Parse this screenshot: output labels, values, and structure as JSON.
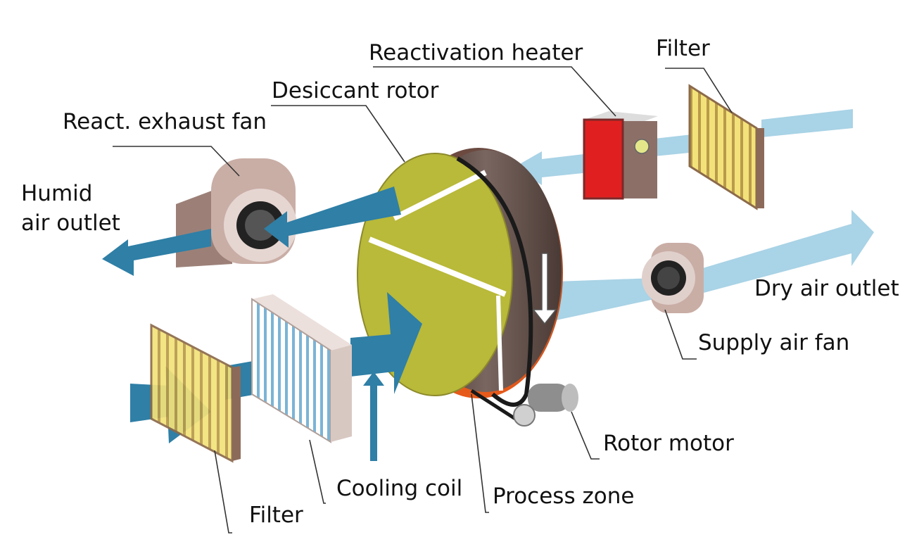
{
  "labels": {
    "reactivation_heater": "Reactivation heater",
    "filter_top": "Filter",
    "desiccant_rotor": "Desiccant rotor",
    "react_exhaust_fan": "React. exhaust fan",
    "humid_air_outlet_line1": "Humid",
    "humid_air_outlet_line2": "air outlet",
    "dry_air_outlet": "Dry air outlet",
    "supply_air_fan": "Supply air fan",
    "rotor_motor": "Rotor motor",
    "cooling_coil": "Cooling coil",
    "process_zone": "Process zone",
    "filter_bottom": "Filter"
  },
  "colors": {
    "process_air": "#2f7fa6",
    "reactivation_air": "#a9d3e6",
    "rotor_face": "#b9b93a",
    "rotor_rim": "#5a4640",
    "heater_red": "#e02020",
    "filter_yellow": "#f3e27a",
    "coil_blue": "#7bb4d6",
    "fan_body": "#c9aea6",
    "leader_line": "#333333"
  }
}
